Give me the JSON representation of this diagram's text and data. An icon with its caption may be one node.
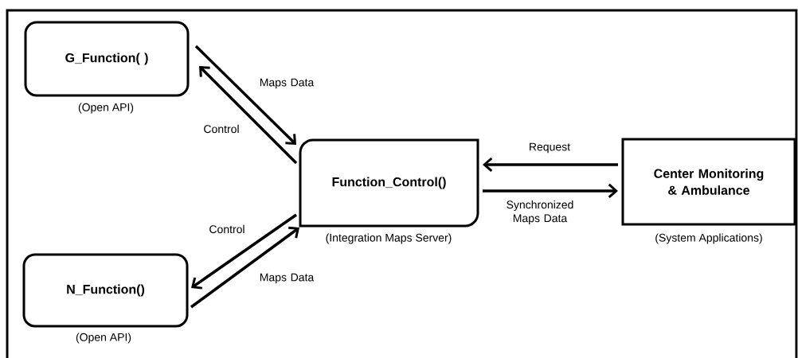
{
  "diagram": {
    "nodes": [
      {
        "text": [
          "G_Function( )"
        ],
        "beside": [
          "(Open API)"
        ]
      },
      {
        "text": [
          "Function_Control()"
        ],
        "beside": [
          "(Integration Maps Server)"
        ]
      },
      {
        "text": [
          "Center Monitoring & Ambulance"
        ],
        "beside": [
          "(System Applications)"
        ]
      },
      {
        "text": [
          "N_Function()"
        ],
        "beside": [
          "(Open API)"
        ]
      }
    ],
    "edges": [
      {
        "from": 0,
        "to": 1,
        "arrow": "to",
        "label": "Maps Data"
      },
      {
        "from": 1,
        "to": 0,
        "arrow": "to",
        "label": "Control"
      },
      {
        "from": 1,
        "to": 3,
        "arrow": "to",
        "label": "Control"
      },
      {
        "from": 3,
        "to": 1,
        "arrow": "to",
        "label": "Maps Data"
      },
      {
        "from": 2,
        "to": 1,
        "arrow": "to",
        "label": "Request"
      },
      {
        "from": 1,
        "to": 2,
        "arrow": "to",
        "label": "Synchronized Maps Data"
      }
    ]
  }
}
